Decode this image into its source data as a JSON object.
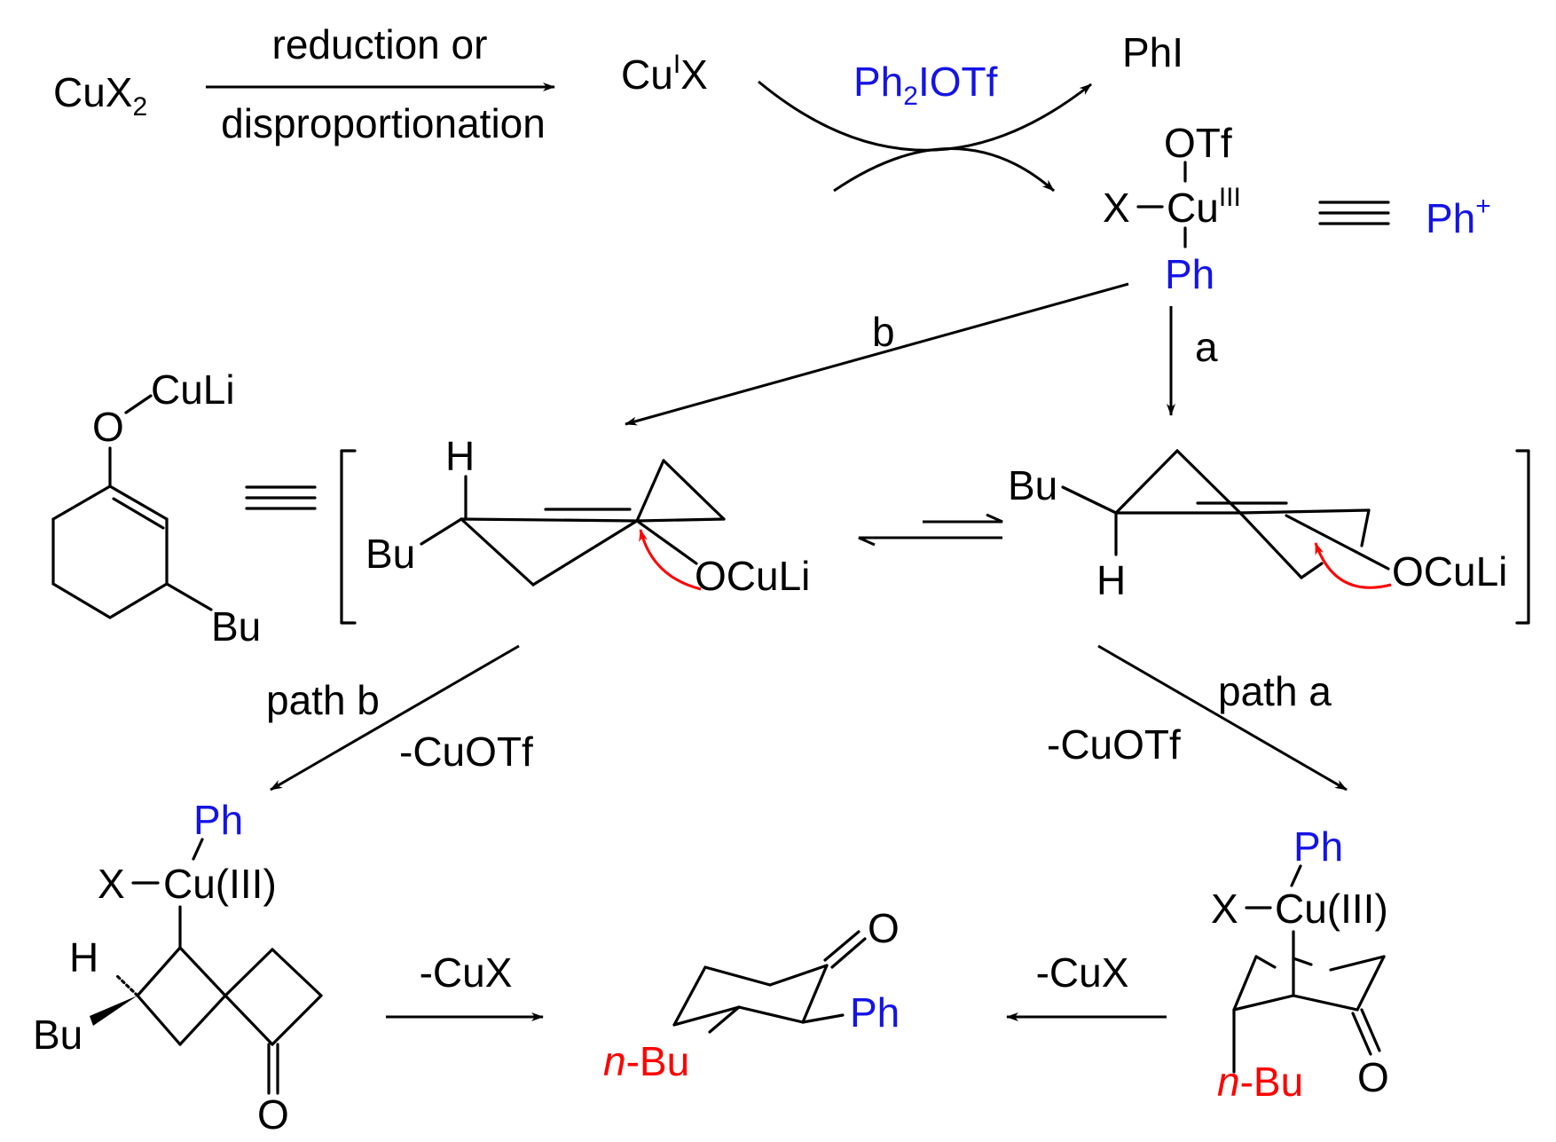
{
  "colors": {
    "reagent": "#1414e6",
    "highlight": "#ff0000",
    "ink": "#000000"
  },
  "top": {
    "start": {
      "main": "CuX",
      "sub": "2"
    },
    "arrow_label_1": "reduction or",
    "arrow_label_2": "disproportionation",
    "cu1": {
      "a": "Cu",
      "sup": "I",
      "b": "X"
    },
    "reagent": {
      "a": "Ph",
      "sub": "2",
      "b": "IOTf"
    },
    "byproduct": "PhI",
    "cu3": {
      "otf": "OTf",
      "x": "X",
      "cu": "Cu",
      "sup": "III",
      "ph": "Ph"
    },
    "equiv": {
      "ph": "Ph",
      "charge": "+"
    }
  },
  "middle": {
    "path_a_label": "a",
    "path_b_label": "b",
    "enolate": {
      "o": "O",
      "culi": "CuLi",
      "bu": "Bu"
    },
    "left_conf": {
      "h": "H",
      "bu": "Bu",
      "oculi": "OCuLi"
    },
    "right_conf": {
      "bu": "Bu",
      "h": "H",
      "oculi": "OCuLi"
    }
  },
  "bottom": {
    "path_b": {
      "label": "path b",
      "loss": "-CuOTf"
    },
    "path_a": {
      "label": "path a",
      "loss": "-CuOTf"
    },
    "left_int": {
      "ph": "Ph",
      "x": "X",
      "cu": "Cu(III)",
      "h": "H",
      "bu": "Bu",
      "o": "O"
    },
    "right_int": {
      "ph": "Ph",
      "x": "X",
      "cu": "Cu(III)",
      "nbu_n": "n",
      "nbu_rest": "-Bu",
      "o": "O"
    },
    "left_loss": "-CuX",
    "right_loss": "-CuX",
    "product": {
      "o": "O",
      "ph": "Ph",
      "nbu_n": "n",
      "nbu_rest": "-Bu"
    }
  }
}
